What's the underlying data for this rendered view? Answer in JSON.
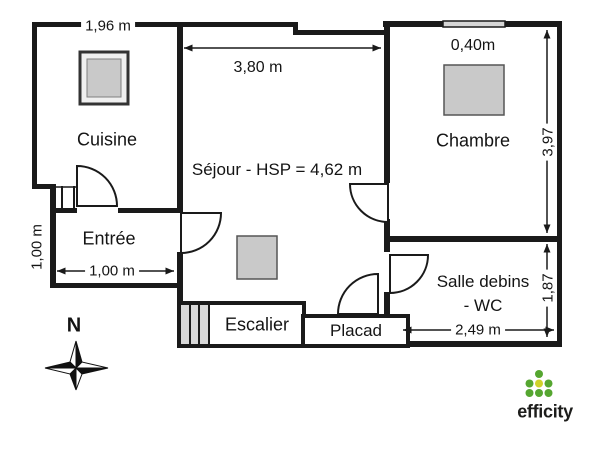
{
  "rooms": {
    "cuisine": "Cuisine",
    "sejour": "Séjour - HSP = 4,62 m",
    "chambre": "Chambre",
    "entree": "Entrée",
    "escalier": "Escalier",
    "placard": "Placad",
    "bathroom_line1": "Salle debins",
    "bathroom_line2": "- WC"
  },
  "dimensions": {
    "cuisine_width": "1,96 m",
    "sejour_width": "3,80 m",
    "chambre_fixture": "0,40m",
    "chambre_depth": "3,97",
    "entree_width": "1,00 m",
    "entree_depth": "1,00 m",
    "bathroom_depth": "1,87",
    "bathroom_width": "2,49 m"
  },
  "compass": {
    "north": "N"
  },
  "logo": {
    "text": "efficity",
    "dot_green": "#55a630",
    "dot_yellow": "#cfd22a",
    "text_color": "#1d1d1b"
  },
  "colors": {
    "wall": "#1a1a1a",
    "fixture_fill": "#c9c9c9",
    "background": "#ffffff"
  }
}
